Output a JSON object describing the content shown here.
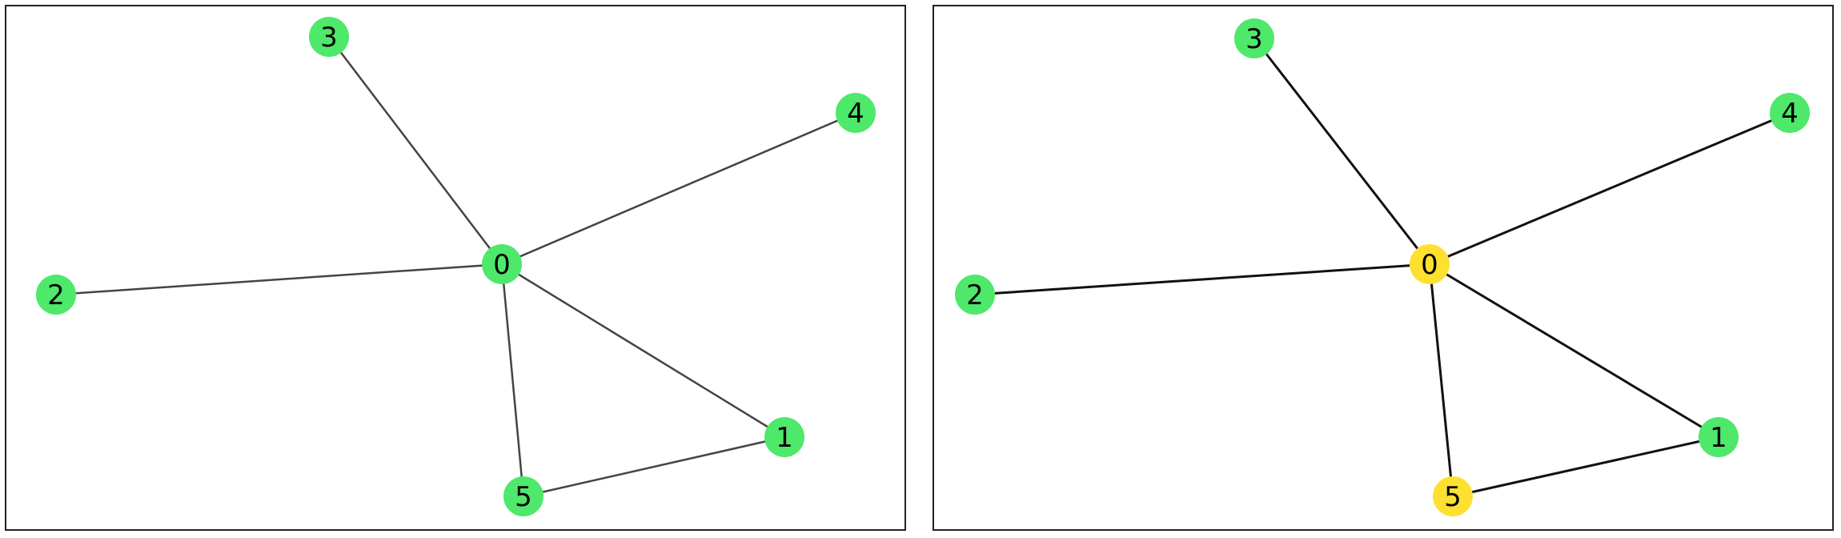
{
  "colors": {
    "default_node": "#4ee86a",
    "highlight_node": "#fde030",
    "edge_left": "#444444",
    "edge_right": "#111111",
    "frame": "#222222"
  },
  "panels": [
    {
      "id": "left-graph",
      "nodes": [
        {
          "id": "0",
          "label": "0",
          "color": "#4ee86a"
        },
        {
          "id": "1",
          "label": "1",
          "color": "#4ee86a"
        },
        {
          "id": "2",
          "label": "2",
          "color": "#4ee86a"
        },
        {
          "id": "3",
          "label": "3",
          "color": "#4ee86a"
        },
        {
          "id": "4",
          "label": "4",
          "color": "#4ee86a"
        },
        {
          "id": "5",
          "label": "5",
          "color": "#4ee86a"
        }
      ],
      "edges": [
        [
          "0",
          "3"
        ],
        [
          "0",
          "4"
        ],
        [
          "0",
          "2"
        ],
        [
          "0",
          "1"
        ],
        [
          "0",
          "5"
        ],
        [
          "5",
          "1"
        ]
      ]
    },
    {
      "id": "right-graph",
      "nodes": [
        {
          "id": "0",
          "label": "0",
          "color": "#fde030"
        },
        {
          "id": "1",
          "label": "1",
          "color": "#4ee86a"
        },
        {
          "id": "2",
          "label": "2",
          "color": "#4ee86a"
        },
        {
          "id": "3",
          "label": "3",
          "color": "#4ee86a"
        },
        {
          "id": "4",
          "label": "4",
          "color": "#4ee86a"
        },
        {
          "id": "5",
          "label": "5",
          "color": "#fde030"
        }
      ],
      "edges": [
        [
          "0",
          "3"
        ],
        [
          "0",
          "4"
        ],
        [
          "0",
          "2"
        ],
        [
          "0",
          "1"
        ],
        [
          "0",
          "5"
        ],
        [
          "5",
          "1"
        ]
      ]
    }
  ]
}
